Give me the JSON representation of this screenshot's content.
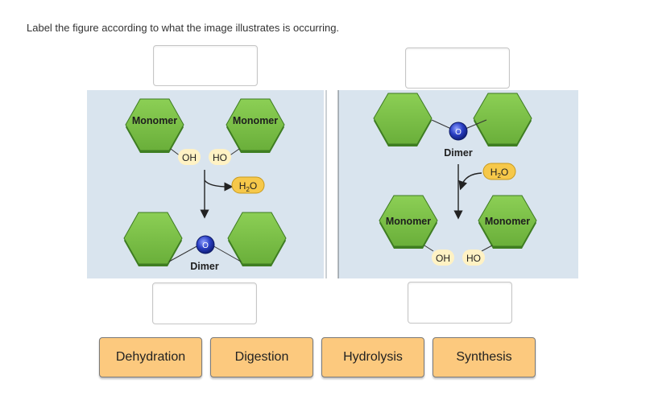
{
  "instruction": "Label the figure according to what the image illustrates is occurring.",
  "drop_targets": [
    {
      "id": "top-left",
      "value": ""
    },
    {
      "id": "top-right",
      "value": ""
    },
    {
      "id": "bottom-left",
      "value": ""
    },
    {
      "id": "bottom-right",
      "value": ""
    }
  ],
  "figure": {
    "left": {
      "monomer_1": "Monomer",
      "monomer_2": "Monomer",
      "oh": "OH",
      "ho": "HO",
      "water": "H",
      "water_sub": "2",
      "water_o": "O",
      "oxygen": "O",
      "dimer": "Dimer"
    },
    "right": {
      "oxygen": "O",
      "dimer": "Dimer",
      "water": "H",
      "water_sub": "2",
      "water_o": "O",
      "monomer_1": "Monomer",
      "monomer_2": "Monomer",
      "oh": "OH",
      "ho": "HO"
    }
  },
  "choices": [
    "Dehydration",
    "Digestion",
    "Hydrolysis",
    "Synthesis"
  ],
  "colors": {
    "panel": "#d9e4ee",
    "hexagon": "#7ec24a",
    "hexagon_shadow": "#3f7f22",
    "oxygen": "#2a3fc4",
    "water_pill": "#f6c84a",
    "oh_pill": "#fff2c4",
    "choice": "#fcc97e"
  }
}
